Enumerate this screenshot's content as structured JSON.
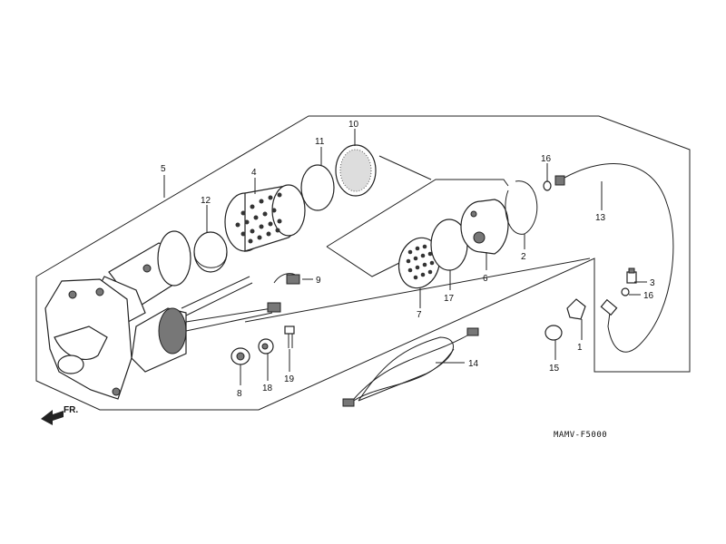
{
  "diagram": {
    "drawing_code": "MAMV-F5000",
    "front_marker": "FR.",
    "parts": [
      {
        "id": "p1",
        "label": "1"
      },
      {
        "id": "p2",
        "label": "2"
      },
      {
        "id": "p3",
        "label": "3"
      },
      {
        "id": "p4",
        "label": "4"
      },
      {
        "id": "p5",
        "label": "5"
      },
      {
        "id": "p6",
        "label": "6"
      },
      {
        "id": "p7",
        "label": "7"
      },
      {
        "id": "p8",
        "label": "8"
      },
      {
        "id": "p9",
        "label": "9"
      },
      {
        "id": "p10",
        "label": "10"
      },
      {
        "id": "p11",
        "label": "11"
      },
      {
        "id": "p12",
        "label": "12"
      },
      {
        "id": "p13",
        "label": "13"
      },
      {
        "id": "p14",
        "label": "14"
      },
      {
        "id": "p15",
        "label": "15"
      },
      {
        "id": "p16a",
        "label": "16"
      },
      {
        "id": "p16b",
        "label": "16"
      },
      {
        "id": "p17",
        "label": "17"
      },
      {
        "id": "p18",
        "label": "18"
      },
      {
        "id": "p19",
        "label": "19"
      }
    ]
  }
}
